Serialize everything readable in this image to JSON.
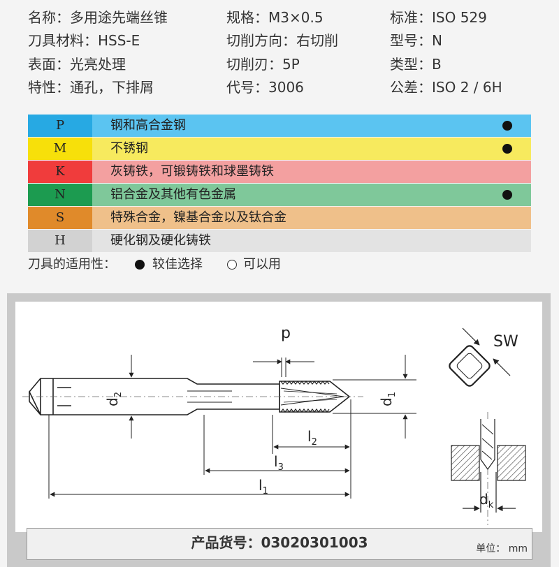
{
  "specs": [
    [
      {
        "label": "名称：",
        "value": "多用途先端丝锥"
      },
      {
        "label": "规格：",
        "value": "M3×0.5"
      },
      {
        "label": "标准：",
        "value": "ISO 529"
      }
    ],
    [
      {
        "label": "刀具材料：",
        "value": "HSS-E"
      },
      {
        "label": "切削方向：",
        "value": "右切削"
      },
      {
        "label": "型号：",
        "value": "N"
      }
    ],
    [
      {
        "label": "表面：",
        "value": "光亮处理"
      },
      {
        "label": "切削刃：",
        "value": "5P"
      },
      {
        "label": "类型：",
        "value": "B"
      }
    ],
    [
      {
        "label": "特性：",
        "value": "通孔，下排屑"
      },
      {
        "label": "代号：",
        "value": "3006"
      },
      {
        "label": "公差：",
        "value": "ISO 2 / 6H"
      }
    ]
  ],
  "materials": [
    {
      "code": "P",
      "desc": "钢和高合金钢",
      "suitable": true,
      "code_color": "#27a9e3",
      "row_color": "#5bc4f1"
    },
    {
      "code": "M",
      "desc": "不锈钢",
      "suitable": true,
      "code_color": "#f7e00a",
      "row_color": "#f7ea5e"
    },
    {
      "code": "K",
      "desc": "灰铸铁，可锻铸铁和球墨铸铁",
      "suitable": false,
      "code_color": "#f03c3c",
      "row_color": "#f3a0a0"
    },
    {
      "code": "N",
      "desc": "铝合金及其他有色金属",
      "suitable": true,
      "code_color": "#1c9b50",
      "row_color": "#7fc89a"
    },
    {
      "code": "S",
      "desc": "特殊合金，镍基合金以及钛合金",
      "suitable": false,
      "code_color": "#e08a2a",
      "row_color": "#efc08a"
    },
    {
      "code": "H",
      "desc": "硬化钢及硬化铸铁",
      "suitable": false,
      "code_color": "#d2d2d2",
      "row_color": "#e3e3e3"
    }
  ],
  "legend": {
    "label": "刀具的适用性：",
    "preferred": "较佳选择",
    "possible": "可以用"
  },
  "drawing": {
    "p": "p",
    "sw": "SW",
    "d2": "d",
    "d2_sub": "2",
    "d1": "d",
    "d1_sub": "1",
    "l2": "l",
    "l2_sub": "2",
    "l3": "l",
    "l3_sub": "3",
    "l1": "l",
    "l1_sub": "1",
    "dk": "d",
    "dk_sub": "k"
  },
  "product": {
    "code_label": "产品货号：",
    "code_value": "03020301003",
    "unit": "单位：  mm"
  }
}
